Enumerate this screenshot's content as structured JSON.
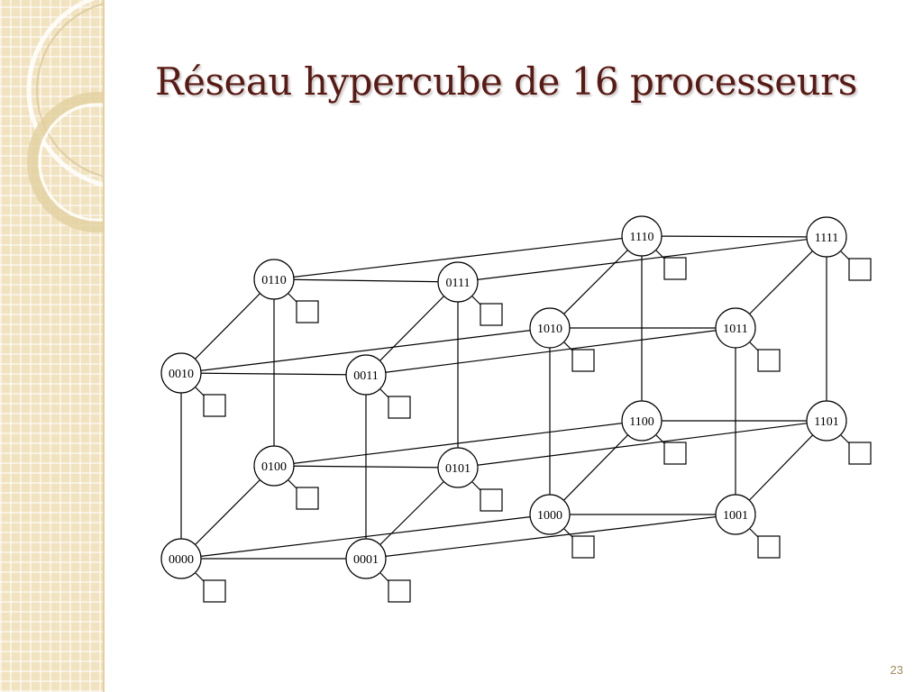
{
  "slide": {
    "title": "Réseau hypercube de 16 processeurs",
    "page_number": "23"
  },
  "diagram": {
    "nodes": [
      "0000",
      "0001",
      "0010",
      "0011",
      "0100",
      "0101",
      "0110",
      "0111",
      "1000",
      "1001",
      "1010",
      "1011",
      "1100",
      "1101",
      "1110",
      "1111"
    ]
  },
  "colors": {
    "title": "#5a1a14",
    "sidebar": "#f1e3c0",
    "line": "#000000"
  }
}
